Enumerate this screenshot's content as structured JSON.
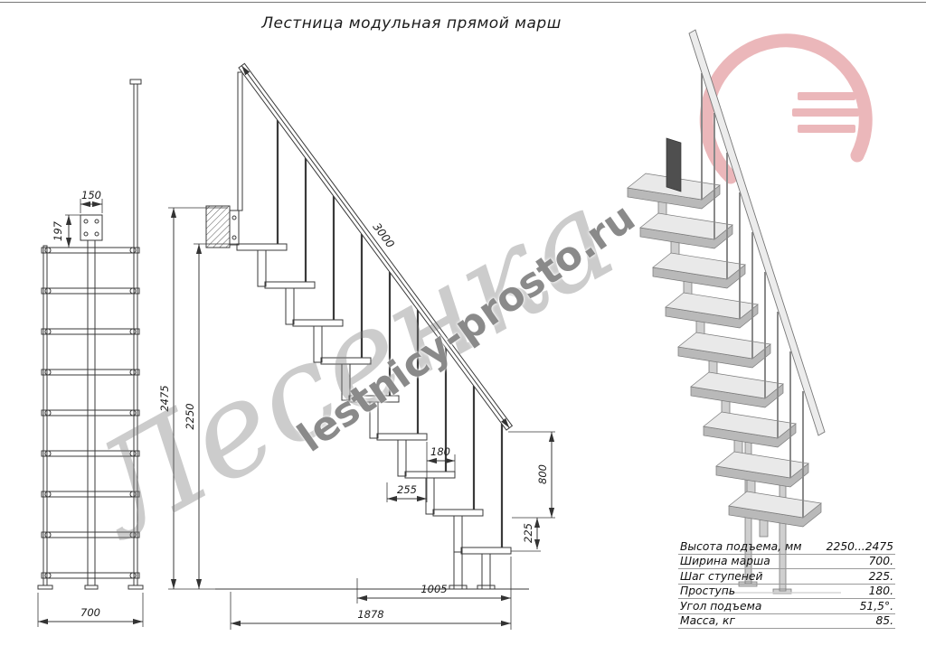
{
  "title": "Лестница модульная прямой марш",
  "watermarks": {
    "brand": "Лесенка",
    "site": "lestnicy-prosto.ru"
  },
  "front_view": {
    "dim_plate_width": "150",
    "dim_plate_offset": "197",
    "dim_width": "700"
  },
  "side_view": {
    "dim_stringer_length": "3000",
    "dim_total_height": "2475",
    "dim_floor_height": "2250",
    "dim_tread_depth": "180",
    "dim_step_run": "255",
    "dim_rail_height": "800",
    "dim_step_rise": "225",
    "dim_support_span": "1005",
    "dim_total_run": "1878"
  },
  "specs": {
    "rows": [
      {
        "label": "Высота подъема, мм",
        "value": "2250...2475"
      },
      {
        "label": "Ширина марша",
        "value": "700."
      },
      {
        "label": "Шаг ступеней",
        "value": "225."
      },
      {
        "label": "Проступь",
        "value": "180."
      },
      {
        "label": "Угол подъема",
        "value": "51,5°."
      },
      {
        "label": "Масса, кг",
        "value": "85."
      }
    ]
  }
}
